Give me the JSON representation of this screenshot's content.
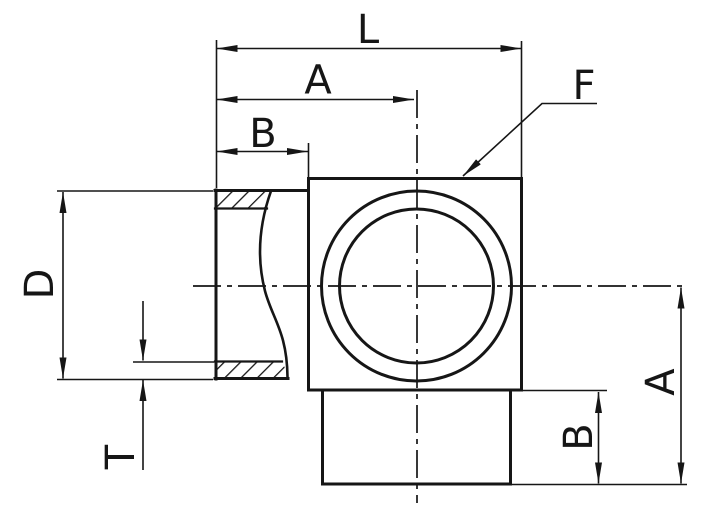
{
  "drawing": {
    "type": "engineering-dimension-drawing",
    "colors": {
      "line": "#161616",
      "background": "#ffffff"
    },
    "labels": {
      "L": "L",
      "A_top": "A",
      "B_top": "B",
      "F": "F",
      "D": "D",
      "T": "T",
      "A_right": "A",
      "B_right": "B"
    }
  }
}
